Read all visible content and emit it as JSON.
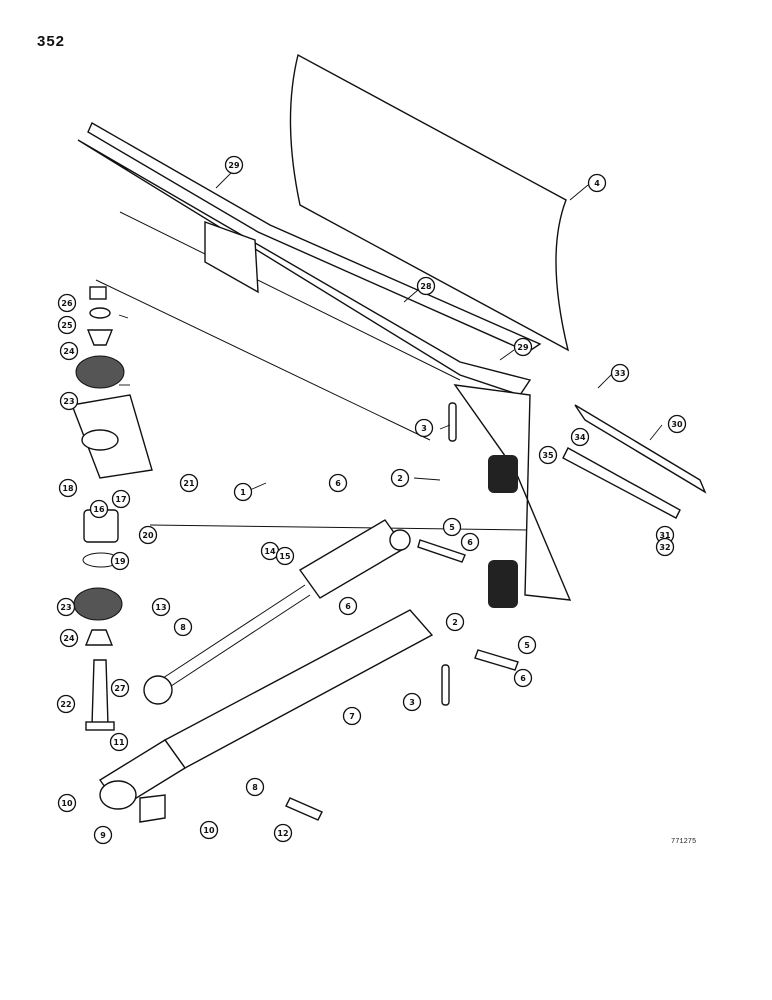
{
  "page_number": "352",
  "drawing_code": "771275",
  "callouts": [
    {
      "label": "1"
    },
    {
      "label": "2"
    },
    {
      "label": "2"
    },
    {
      "label": "3"
    },
    {
      "label": "3"
    },
    {
      "label": "4"
    },
    {
      "label": "5"
    },
    {
      "label": "5"
    },
    {
      "label": "6"
    },
    {
      "label": "6"
    },
    {
      "label": "6"
    },
    {
      "label": "6"
    },
    {
      "label": "7"
    },
    {
      "label": "8"
    },
    {
      "label": "8"
    },
    {
      "label": "9"
    },
    {
      "label": "10"
    },
    {
      "label": "10"
    },
    {
      "label": "11"
    },
    {
      "label": "12"
    },
    {
      "label": "13"
    },
    {
      "label": "14"
    },
    {
      "label": "15"
    },
    {
      "label": "16"
    },
    {
      "label": "17"
    },
    {
      "label": "18"
    },
    {
      "label": "19"
    },
    {
      "label": "20"
    },
    {
      "label": "21"
    },
    {
      "label": "22"
    },
    {
      "label": "23"
    },
    {
      "label": "23"
    },
    {
      "label": "24"
    },
    {
      "label": "24"
    },
    {
      "label": "25"
    },
    {
      "label": "26"
    },
    {
      "label": "27"
    },
    {
      "label": "28"
    },
    {
      "label": "29"
    },
    {
      "label": "29"
    },
    {
      "label": "30"
    },
    {
      "label": "31"
    },
    {
      "label": "32"
    },
    {
      "label": "33"
    },
    {
      "label": "34"
    },
    {
      "label": "35"
    }
  ]
}
